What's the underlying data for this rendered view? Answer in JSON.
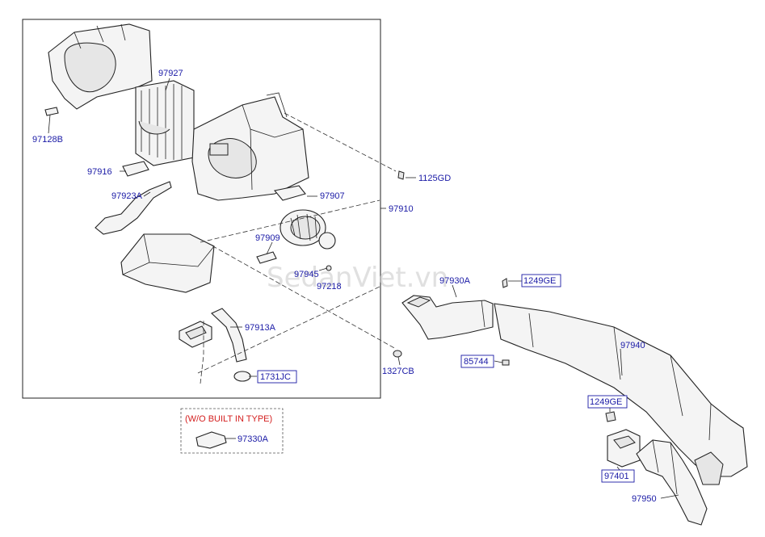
{
  "watermark": "SedanViet.vn",
  "note": "(W/O BUILT IN TYPE)",
  "labels": {
    "p97927": "97927",
    "p97128B": "97128B",
    "p97916": "97916",
    "p97923A": "97923A",
    "p1125GD": "1125GD",
    "p97907": "97907",
    "p97910": "97910",
    "p97909": "97909",
    "p97945": "97945",
    "p97218": "97218",
    "p97913A": "97913A",
    "p1731JC": "1731JC",
    "p1327CB": "1327CB",
    "p97330A": "97330A",
    "p97930A": "97930A",
    "p1249GE_a": "1249GE",
    "p97940": "97940",
    "p85744": "85744",
    "p1249GE_b": "1249GE",
    "p97401": "97401",
    "p97950": "97950"
  },
  "colors": {
    "label": "#1a1aa6",
    "note": "#d42020",
    "line": "#222222"
  }
}
